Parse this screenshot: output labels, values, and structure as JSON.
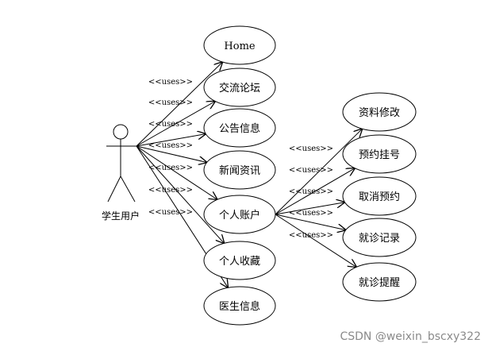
{
  "actor": {
    "name": "学生用户"
  },
  "relation_label": "<<uses>>",
  "left_cases": [
    {
      "label": "Home"
    },
    {
      "label": "交流论坛"
    },
    {
      "label": "公告信息"
    },
    {
      "label": "新闻资讯"
    },
    {
      "label": "个人账户"
    },
    {
      "label": "个人收藏"
    },
    {
      "label": "医生信息"
    }
  ],
  "right_cases": [
    {
      "label": "资料修改"
    },
    {
      "label": "预约挂号"
    },
    {
      "label": "取消预约"
    },
    {
      "label": "就诊记录"
    },
    {
      "label": "就诊提醒"
    }
  ],
  "watermark": "CSDN @weixin_bscxy322"
}
